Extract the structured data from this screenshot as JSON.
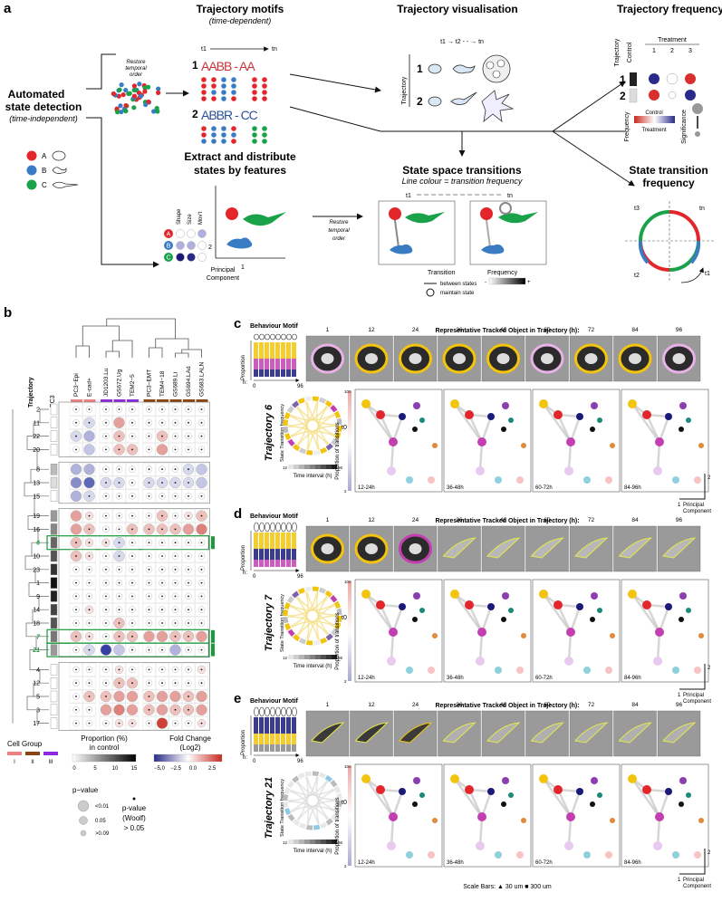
{
  "panel_a": {
    "letter": "a",
    "auto": {
      "title1": "Automated",
      "title2": "state detection",
      "sub": "(time-independent)"
    },
    "states": [
      "A",
      "B",
      "C"
    ],
    "restore1": {
      "l1": "Restore",
      "l2": "temporal",
      "l3": "order"
    },
    "motifs": {
      "title": "Trajectory motifs",
      "sub": "(time-dependent)",
      "t1": "t1",
      "tn": "tn",
      "n1": "1",
      "n2": "2",
      "seq1": "AABB - AA",
      "seq2": "ABBR - CC"
    },
    "vis": {
      "title": "Trajectory visualisation",
      "time": "t1 → t2 - - → tn",
      "axis": "Trajectory",
      "n1": "1",
      "n2": "2"
    },
    "freq": {
      "title": "Trajectory frequency",
      "traj": "Trajectory",
      "control": "Control",
      "treatment": "Treatment",
      "cols": [
        "1",
        "2",
        "3"
      ],
      "rows": [
        "1",
        "2"
      ],
      "frequency": "Frequency",
      "ctrl_low": "Control",
      "treat_low": "Treatment",
      "significance": "Significance"
    },
    "extract": {
      "title1": "Extract and distribute",
      "title2": "states by features",
      "shape": "Shape",
      "size": "Size",
      "movt": "Mov't",
      "pc_label": "Principal",
      "pc_label2": "Component",
      "one": "1",
      "two": "2"
    },
    "restore2": {
      "l1": "Restore",
      "l2": "temporal",
      "l3": "order"
    },
    "sst": {
      "title": "State space transitions",
      "sub": "Line colour = transition frequency",
      "t1": "t1",
      "tn": "tn",
      "transition": "Transition",
      "between": "between states",
      "maintain": "maintain state",
      "frequency": "Frequency",
      "minus": "-",
      "plus": "+"
    },
    "stf": {
      "title1": "State transition",
      "title2": "frequency",
      "t1": "t1",
      "t2": "t2",
      "t3": "t3",
      "tn": "tn"
    }
  },
  "panel_b": {
    "letter": "b",
    "traj_label": "Trajectory",
    "pc3_label": "PC3",
    "columns": [
      "PC3−Epi",
      "E-cad+",
      "JD1203.Lu",
      "GS672.Ug",
      "TEM2−5",
      "PC3−EMT",
      "TEM4−18",
      "GS689.Li",
      "GS694.LAd",
      "GS683.LALN"
    ],
    "rows": [
      "2",
      "11",
      "22",
      "20",
      "8",
      "13",
      "15",
      "19",
      "16",
      "6",
      "10",
      "23",
      "1",
      "9",
      "14",
      "18",
      "7",
      "21",
      "4",
      "12",
      "5",
      "3",
      "17"
    ],
    "cell_group": {
      "title": "Cell Group",
      "groups": [
        "I",
        "II",
        "III"
      ]
    },
    "proportion": {
      "title1": "Proportion (%)",
      "title2": "in control",
      "ticks": [
        "0",
        "5",
        "10",
        "15"
      ]
    },
    "fold": {
      "title": "Fold Change",
      "sub": "(Log2)",
      "ticks": [
        "−5.0",
        "−2.5",
        "0.0",
        "2.5"
      ]
    },
    "pvalue": {
      "title": "p−value",
      "items": [
        "<0.01",
        "0.05",
        ">0.09"
      ]
    },
    "woolf": {
      "l1": "p-value",
      "l2": "(Woolf)",
      "l3": "> 0.05"
    }
  },
  "panel_c": {
    "letter": "c",
    "motif_title": "Behaviour Motif",
    "rep_title": "Representative Tracked Object in Trajectory (h):",
    "hours": [
      "1",
      "12",
      "24",
      "36",
      "48",
      "60",
      "72",
      "84",
      "96"
    ],
    "traj_name": "Trajectory 6",
    "proportion": "Proportion",
    "h": "h:",
    "h0": "0",
    "h96": "96",
    "stf_label": "State Transition frequency",
    "t0": "t0",
    "time_interval": "Time interval (h)",
    "ti_12": "12",
    "ti_96": "96",
    "pot": "Proportion of transitions",
    "y100": "100",
    "y2": "2",
    "windows": [
      "12-24h",
      "36-48h",
      "60-72h",
      "84-96h"
    ],
    "pc": "Principal",
    "pc2": "Component",
    "one": "1",
    "two": "2"
  },
  "panel_d": {
    "letter": "d",
    "motif_title": "Behaviour Motif",
    "rep_title": "Representative Tracked Object in Trajectory (h):",
    "hours": [
      "1",
      "12",
      "24",
      "36",
      "48",
      "60",
      "72",
      "84",
      "96"
    ],
    "traj_name": "Trajectory 7",
    "proportion": "Proportion",
    "h": "h:",
    "h0": "0",
    "h96": "96",
    "stf_label": "State Transition frequency",
    "t0": "t0",
    "time_interval": "Time interval (h)",
    "ti_12": "12",
    "ti_96": "96",
    "pot": "Proportion of transitions",
    "y100": "100",
    "y2": "2",
    "windows": [
      "12-24h",
      "36-48h",
      "60-72h",
      "84-96h"
    ],
    "pc": "Principal",
    "pc2": "Component",
    "one": "1",
    "two": "2"
  },
  "panel_e": {
    "letter": "e",
    "motif_title": "Behaviour Motif",
    "rep_title": "Representative Tracked Object in Trajectory (h):",
    "hours": [
      "1",
      "12",
      "24",
      "36",
      "48",
      "60",
      "72",
      "84",
      "96"
    ],
    "traj_name": "Trajectory 21",
    "proportion": "Proportion",
    "h": "h:",
    "h0": "0",
    "h96": "96",
    "stf_label": "State Transition frequency",
    "t0": "t0",
    "time_interval": "Time interval (h)",
    "ti_12": "12",
    "ti_96": "96",
    "pot": "Proportion of transitions",
    "y100": "100",
    "y2": "2",
    "windows": [
      "12-24h",
      "36-48h",
      "60-72h",
      "84-96h"
    ],
    "pc": "Principal",
    "pc2": "Component",
    "one": "1",
    "two": "2",
    "scale": "Scale Bars: ▲  30 um  ■ 300 um"
  },
  "colors": {
    "red": "#e2262b",
    "blue": "#3a7cc4",
    "green": "#1aa24a",
    "purple": "#7b3fa0",
    "yellow": "#f2c40d",
    "magenta": "#c33fb1",
    "navy": "#1a1a7a",
    "orange": "#f4a582",
    "blue_fc": "#4c53a8"
  }
}
